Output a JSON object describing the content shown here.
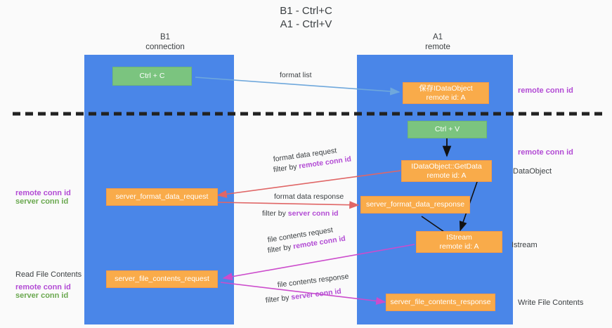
{
  "title": {
    "line1": "B1 - Ctrl+C",
    "line2": "A1 - Ctrl+V"
  },
  "columns": [
    {
      "name": "B1",
      "role": "connection"
    },
    {
      "name": "A1",
      "role": "remote"
    }
  ],
  "nodes": {
    "ctrl_c": {
      "label": "Ctrl + C"
    },
    "ctrl_v": {
      "label": "Ctrl + V"
    },
    "save_idataobject": {
      "line1": "保存IDataObject",
      "line2": "remote id: A"
    },
    "getdata": {
      "line1": "IDataObject::GetData",
      "line2": "remote id: A"
    },
    "istream": {
      "line1": "IStream",
      "line2": "remote id: A"
    },
    "server_format_data_request": {
      "label": "server_format_data_request"
    },
    "server_format_data_response": {
      "label": "server_format_data_response"
    },
    "server_file_contents_request": {
      "label": "server_file_contents_request"
    },
    "server_file_contents_response": {
      "label": "server_file_contents_response"
    }
  },
  "edges": {
    "format_list": {
      "label": "format list"
    },
    "format_data_request": {
      "label": "format data request",
      "filter_prefix": "filter by ",
      "filter_key": "remote conn id"
    },
    "format_data_response": {
      "label": "format data response",
      "filter_prefix": "filter by ",
      "filter_key": "server conn id"
    },
    "file_contents_request": {
      "label": "file contents request",
      "filter_prefix": "filter by ",
      "filter_key": "remote conn id"
    },
    "file_contents_response": {
      "label": "file contents response",
      "filter_prefix": "filter by ",
      "filter_key": "server conn id"
    }
  },
  "annotations": {
    "right_remote_conn_id_top": "remote conn id",
    "right_remote_conn_id_mid": "remote conn id",
    "right_dataobject": "DataObject",
    "right_istream": "Istream",
    "right_write_file_contents": "Write File Contents",
    "left_read_file_contents": "Read File Contents",
    "left_remote_conn_id_a": "remote conn id",
    "left_server_conn_id_a": "server conn id",
    "left_remote_conn_id_b": "remote conn id",
    "left_server_conn_id_b": "server conn id"
  },
  "colors": {
    "lane": "#4a86e8",
    "node_orange": "#f9ab4a",
    "node_green": "#7bc47f",
    "remote_key": "#b24bd4",
    "server_key_green": "#6aa84f",
    "arrow_blue": "#6fa8dc",
    "arrow_red": "#e06666",
    "arrow_magenta": "#cc4ccc",
    "arrow_black": "#000000",
    "divider": "#222222",
    "background": "#fafafa"
  }
}
